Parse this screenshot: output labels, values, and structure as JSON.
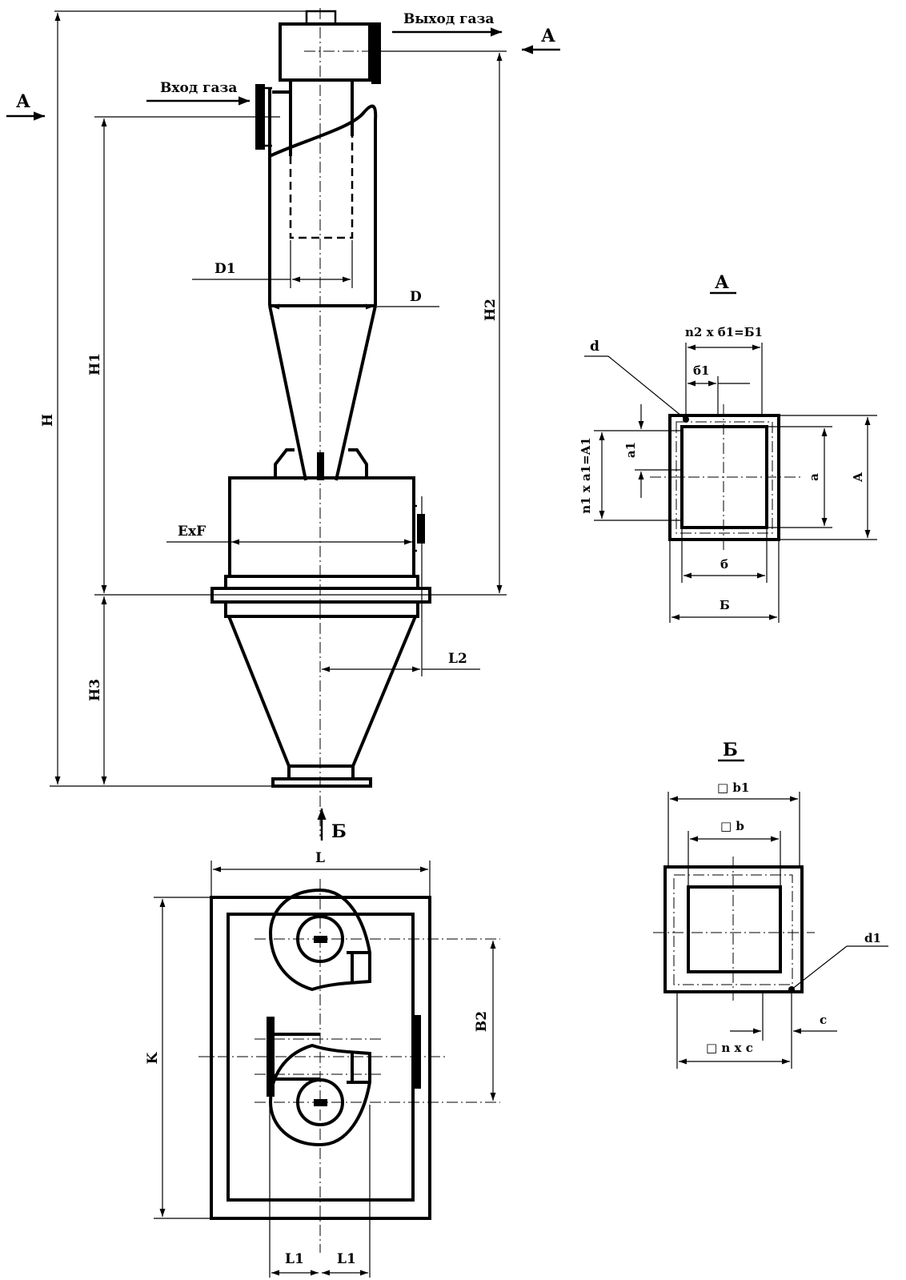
{
  "labels": {
    "gas_outlet": "Выход газа",
    "gas_inlet": "Вход газа",
    "view_a": "А",
    "view_b": "Б",
    "H": "H",
    "H1": "H1",
    "H2": "H2",
    "H3": "H3",
    "D": "D",
    "D1": "D1",
    "ExF": "ExF",
    "L": "L",
    "L1": "L1",
    "L2": "L2",
    "K": "K",
    "B2": "B2",
    "d": "d",
    "d1": "d1",
    "n2b1": "n2 х б1=Б1",
    "b1_cyr": "б1",
    "a1": "а1",
    "n1a1": "n1 x a1=A1",
    "a_small": "а",
    "A_big": "А",
    "b_small_cyr": "б",
    "B_big_cyr": "Б",
    "sq_b1": "□ b1",
    "sq_b": "□ b",
    "c": "c",
    "sq_nc": "□ n x c"
  },
  "colors": {
    "line": "#000000",
    "background": "#ffffff"
  }
}
